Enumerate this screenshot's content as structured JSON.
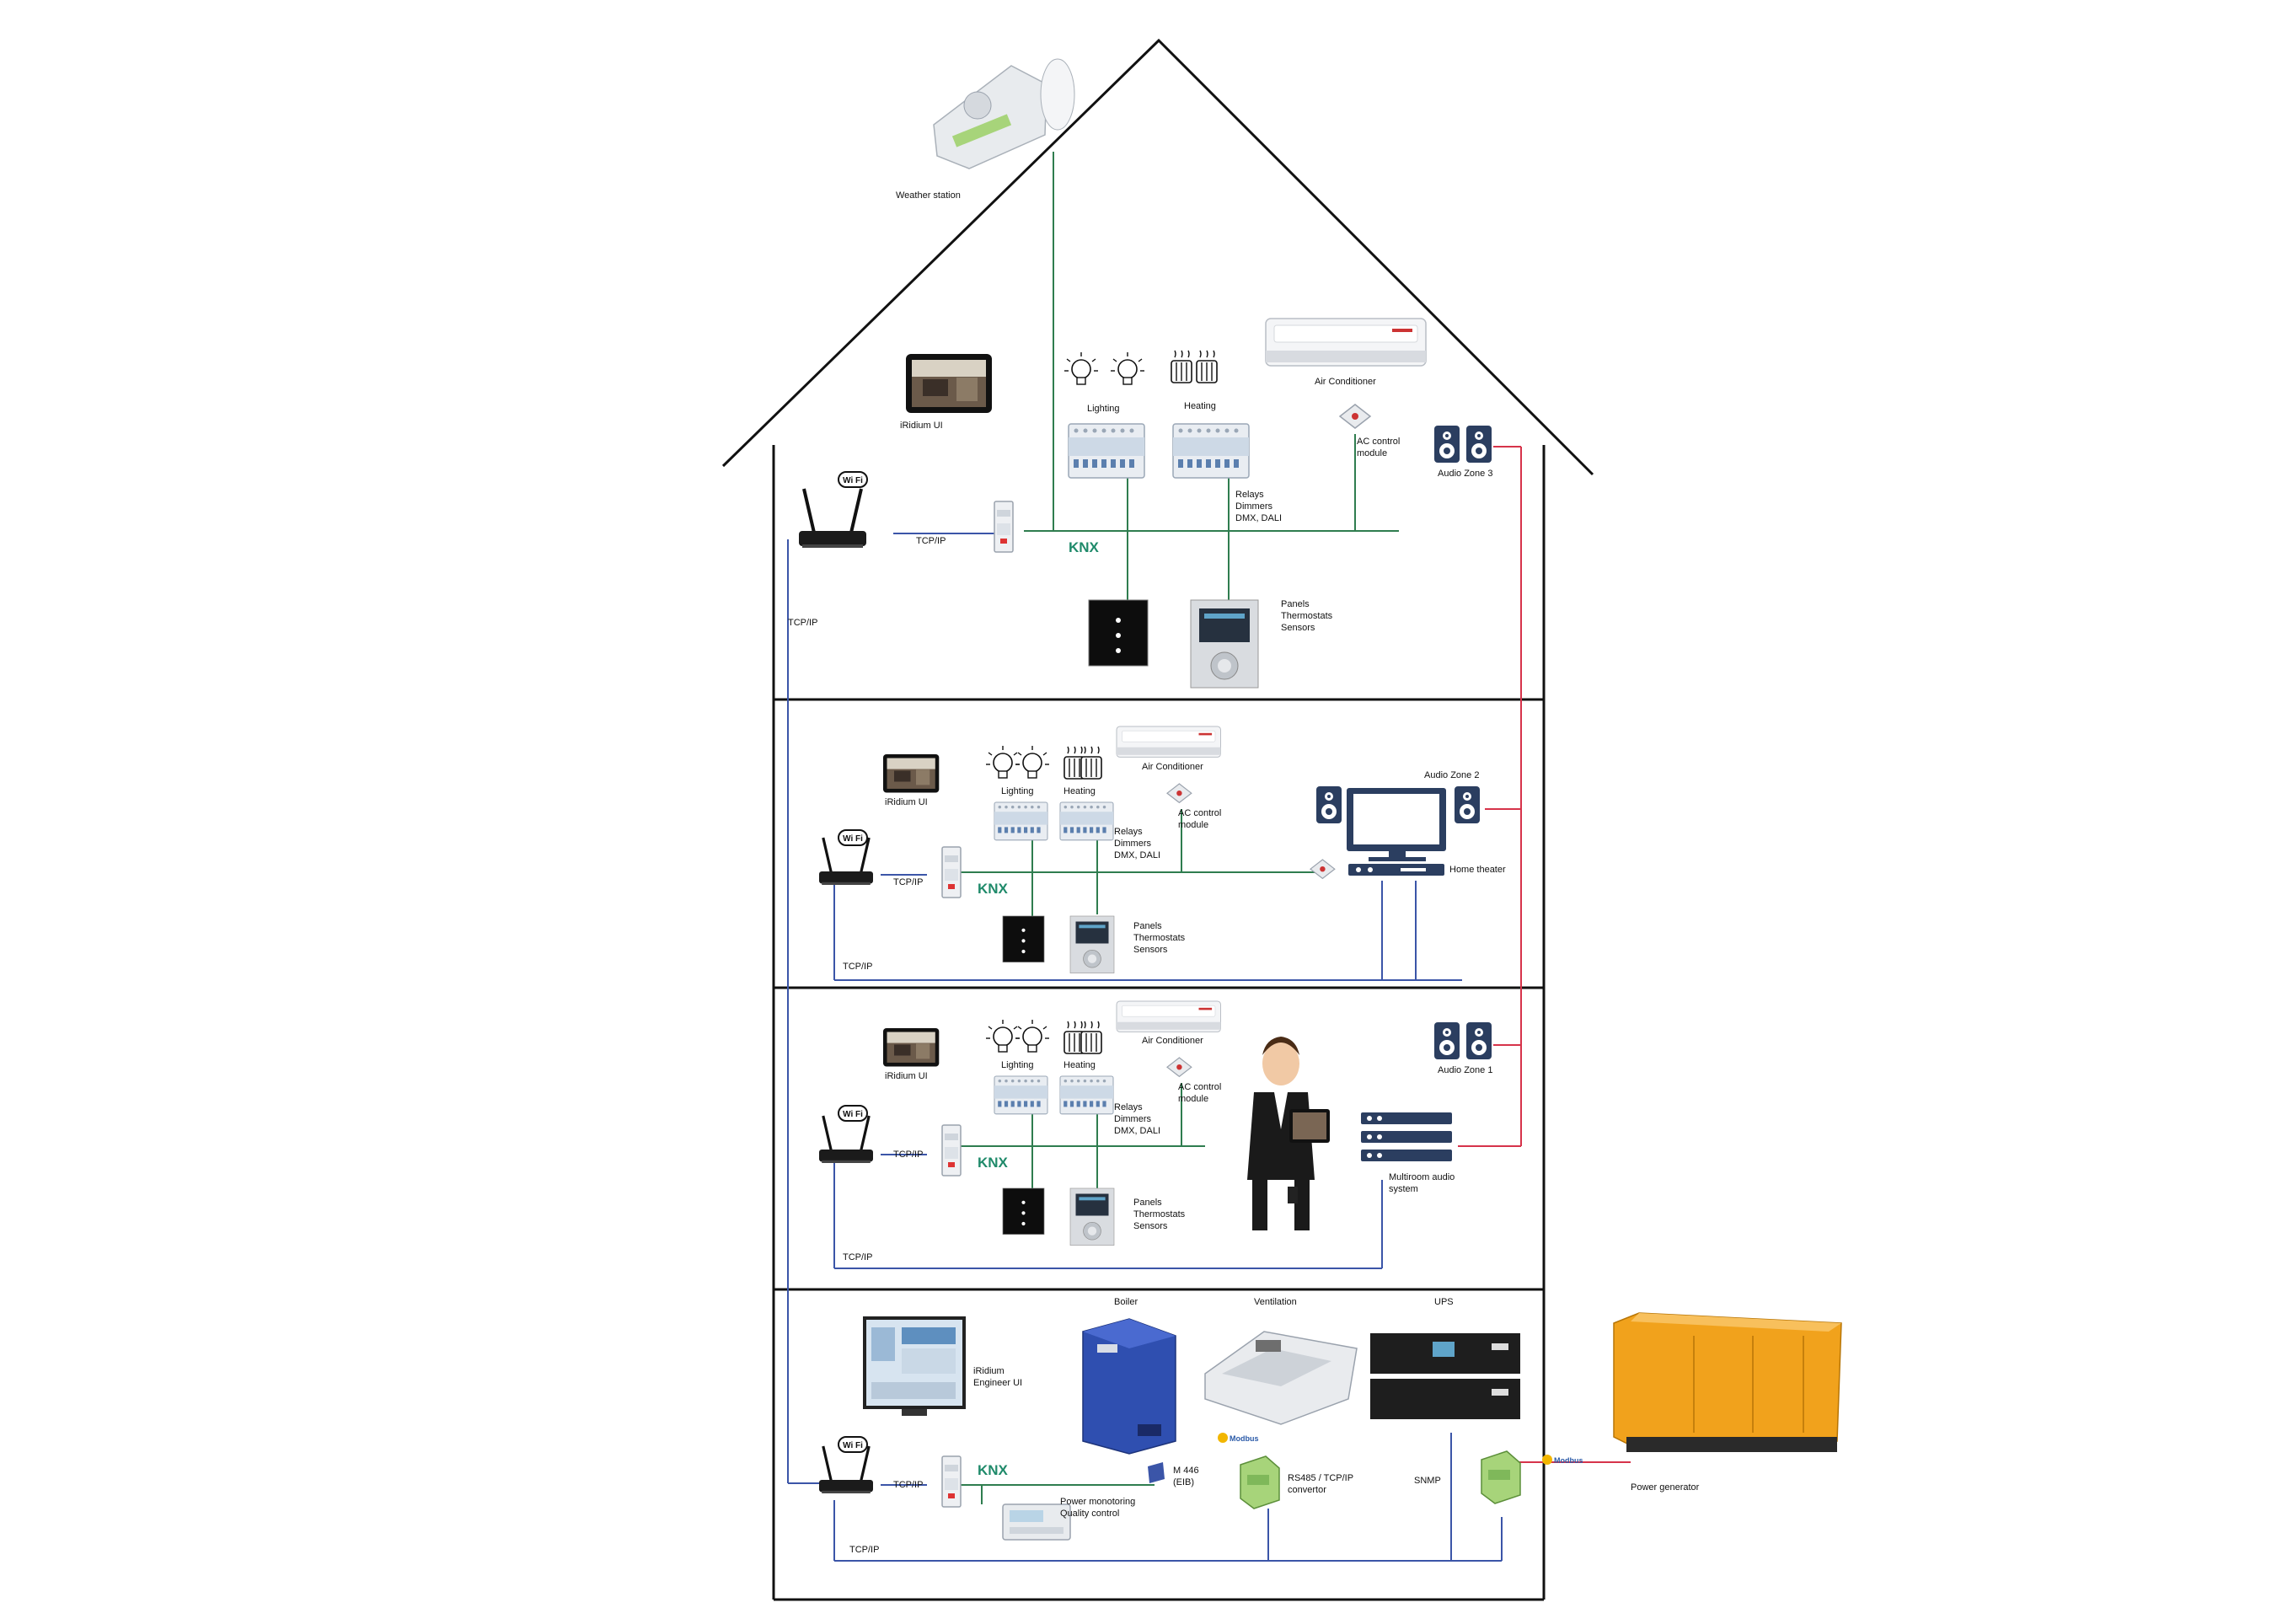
{
  "weather_station": "Weather station",
  "iridium_ui": "iRidium UI",
  "iridium_engineer_ui": [
    "iRidium",
    "Engineer UI"
  ],
  "tcp_ip": "TCP/IP",
  "wifi": "WiFi",
  "knx": "KNX",
  "lighting": "Lighting",
  "heating": "Heating",
  "air_conditioner": "Air Conditioner",
  "ac_control_module": [
    "AC control",
    "module"
  ],
  "relays": [
    "Relays",
    "Dimmers",
    "DMX, DALI"
  ],
  "panels": [
    "Panels",
    "Thermostats",
    "Sensors"
  ],
  "audio_zone_3": "Audio Zone 3",
  "audio_zone_2": "Audio Zone 2",
  "audio_zone_1": "Audio Zone 1",
  "home_theater": "Home theater",
  "multiroom": [
    "Multiroom audio",
    "system"
  ],
  "boiler": "Boiler",
  "ventilation": "Ventilation",
  "ups": "UPS",
  "m446": [
    "M 446",
    "(EIB)"
  ],
  "power_monitoring": [
    "Power monotoring",
    "Quality control"
  ],
  "rs485": [
    "RS485 / TCP/IP",
    "convertor"
  ],
  "snmp": "SNMP",
  "modbus": "Modbus",
  "power_generator": "Power generator",
  "colors": {
    "knx_wire": "#2f7d4f",
    "ip_wire": "#3b55a8",
    "audio_wire": "#d6334a"
  }
}
